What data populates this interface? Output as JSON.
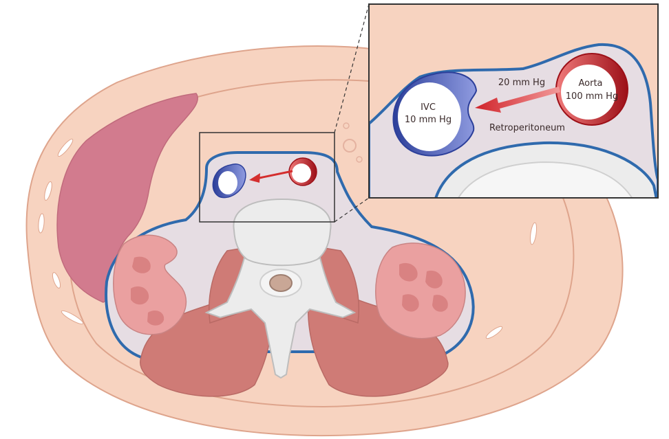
{
  "labels": {
    "ivc_name": "IVC",
    "ivc_pressure": "10 mm Hg",
    "aorta_name": "Aorta",
    "aorta_pressure": "100 mm Hg",
    "gradient_pressure": "20 mm Hg",
    "space_name": "Retroperitoneum"
  },
  "colors": {
    "skin": "#f7d3c0",
    "skin_outline": "#dea48c",
    "liver": "#d27b8e",
    "muscle": "#cf7b76",
    "kidney": "#eaa0a0",
    "retroperitoneum": "#e6dde3",
    "fascia": "#2f6aad",
    "vertebra": "#e7e7e7",
    "ivc": "#3d4ea8",
    "aorta": "#c8262e",
    "arrow": "#d42e2e"
  }
}
